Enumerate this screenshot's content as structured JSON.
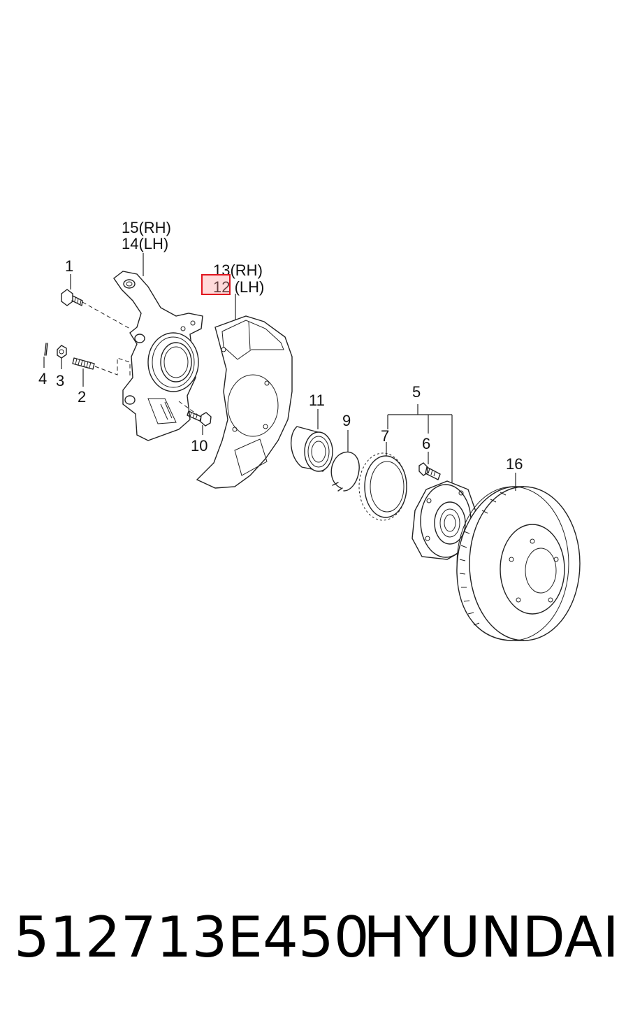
{
  "diagram": {
    "callouts": {
      "c1": "1",
      "c2": "2",
      "c3": "3",
      "c4": "4",
      "c5": "5",
      "c6": "6",
      "c7": "7",
      "c9": "9",
      "c10": "10",
      "c11": "11",
      "c12": "12 (LH)",
      "c13": "13(RH)",
      "c14": "14(LH)",
      "c15": "15(RH)",
      "c16": "16"
    },
    "highlighted_callout": "12 (LH)",
    "highlight_color": "#e0141e"
  },
  "footer": {
    "part_number": "512713E450",
    "brand": "HYUNDAI"
  }
}
